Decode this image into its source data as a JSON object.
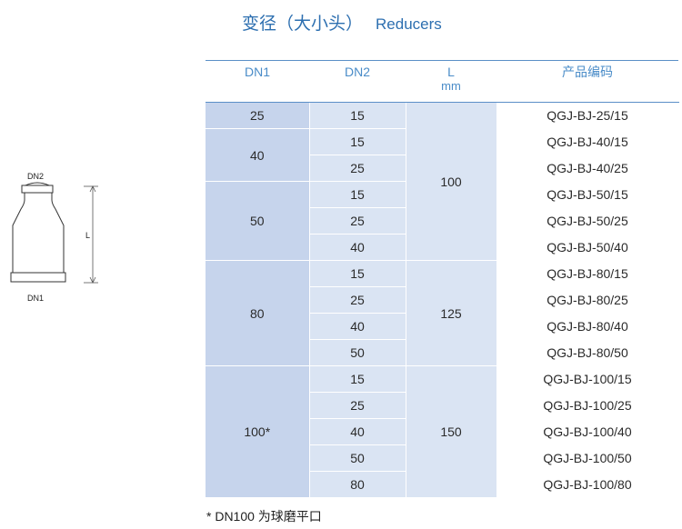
{
  "title": {
    "cn": "变径（大小头）",
    "en": "Reducers"
  },
  "drawing": {
    "top_label": "DN2",
    "bottom_label": "DN1",
    "length_label": "L"
  },
  "table": {
    "headers": {
      "dn1": "DN1",
      "dn2": "DN2",
      "l": "L",
      "l_unit": "mm",
      "code": "产品编码"
    },
    "rows": [
      {
        "dn1": "25",
        "dn2": "15",
        "l": "100",
        "code": "QGJ-BJ-25/15"
      },
      {
        "dn1": "40",
        "dn2": "15",
        "l": "100",
        "code": "QGJ-BJ-40/15"
      },
      {
        "dn1": "40",
        "dn2": "25",
        "l": "100",
        "code": "QGJ-BJ-40/25"
      },
      {
        "dn1": "50",
        "dn2": "15",
        "l": "100",
        "code": "QGJ-BJ-50/15"
      },
      {
        "dn1": "50",
        "dn2": "25",
        "l": "100",
        "code": "QGJ-BJ-50/25"
      },
      {
        "dn1": "50",
        "dn2": "40",
        "l": "100",
        "code": "QGJ-BJ-50/40"
      },
      {
        "dn1": "80",
        "dn2": "15",
        "l": "125",
        "code": "QGJ-BJ-80/15"
      },
      {
        "dn1": "80",
        "dn2": "25",
        "l": "125",
        "code": "QGJ-BJ-80/25"
      },
      {
        "dn1": "80",
        "dn2": "40",
        "l": "125",
        "code": "QGJ-BJ-80/40"
      },
      {
        "dn1": "80",
        "dn2": "50",
        "l": "125",
        "code": "QGJ-BJ-80/50"
      },
      {
        "dn1": "100*",
        "dn2": "15",
        "l": "150",
        "code": "QGJ-BJ-100/15"
      },
      {
        "dn1": "100*",
        "dn2": "25",
        "l": "150",
        "code": "QGJ-BJ-100/25"
      },
      {
        "dn1": "100*",
        "dn2": "40",
        "l": "150",
        "code": "QGJ-BJ-100/40"
      },
      {
        "dn1": "100*",
        "dn2": "50",
        "l": "150",
        "code": "QGJ-BJ-100/50"
      },
      {
        "dn1": "100*",
        "dn2": "80",
        "l": "150",
        "code": "QGJ-BJ-100/80"
      }
    ]
  },
  "footnote": "* DN100 为球磨平口",
  "colors": {
    "title": "#2d6fb0",
    "header_text": "#4a8cc8",
    "rule": "#5b8fc7",
    "dn1_fill": "#c6d4ec",
    "cell_fill": "#dae4f3"
  }
}
